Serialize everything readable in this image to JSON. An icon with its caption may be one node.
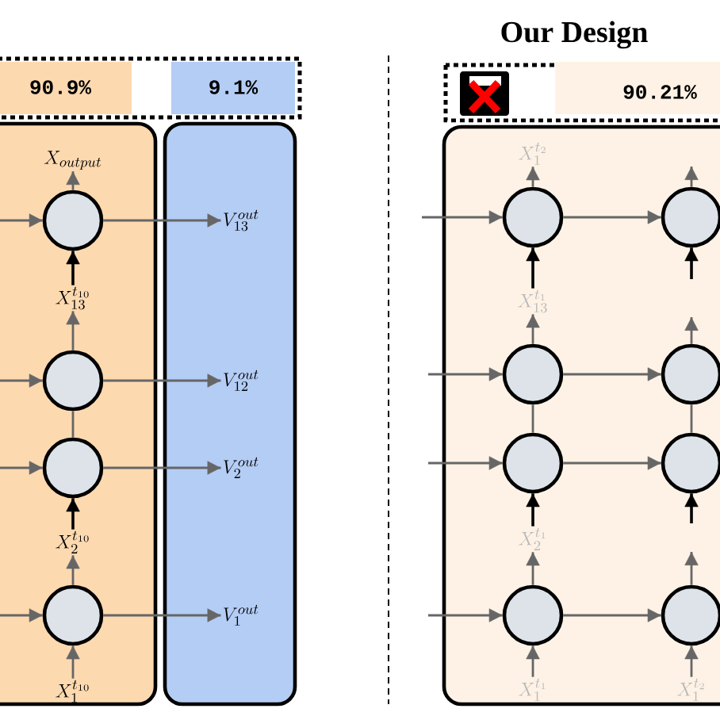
{
  "diagram": {
    "title": "Our Design",
    "nodes": [
      {
        "text": [
          "90.9%"
        ]
      },
      {
        "text": [
          "9.1%"
        ]
      },
      {
        "text": [],
        "shape": "box"
      },
      {
        "text": [],
        "shape": "box"
      },
      {
        "text": [
          "X_{output}"
        ],
        "in": 2
      },
      {
        "text": [],
        "shape": "circle",
        "in": 2
      },
      {
        "text": [
          "X_{13}^{t_{10}}"
        ],
        "in": 2
      },
      {
        "text": [],
        "shape": "circle",
        "in": 2
      },
      {
        "text": [],
        "shape": "circle",
        "in": 2
      },
      {
        "text": [
          "X_{2}^{t_{10}}"
        ],
        "in": 2
      },
      {
        "text": [],
        "shape": "circle",
        "in": 2
      },
      {
        "text": [
          "X_{1}^{t_{10}}"
        ],
        "in": 2
      },
      {
        "text": [
          "V_{13}^{out}"
        ],
        "in": 3
      },
      {
        "text": [
          "V_{12}^{out}"
        ],
        "in": 3
      },
      {
        "text": [
          "V_{2}^{out}"
        ],
        "in": 3
      },
      {
        "text": [
          "V_{1}^{out}"
        ],
        "in": 3
      },
      {
        "text": [
          "90.21%"
        ]
      },
      {
        "text": [],
        "shape": "box"
      },
      {
        "text": [
          "X_{1}^{t_{2}}"
        ],
        "in": 17
      },
      {
        "text": [],
        "shape": "circle",
        "in": 17
      },
      {
        "text": [
          "X_{13}^{t_{1}}"
        ],
        "in": 17
      },
      {
        "text": [],
        "shape": "circle",
        "in": 17
      },
      {
        "text": [],
        "shape": "circle",
        "in": 17
      },
      {
        "text": [
          "X_{2}^{t_{1}}"
        ],
        "in": 17
      },
      {
        "text": [],
        "shape": "circle",
        "in": 17
      },
      {
        "text": [
          "X_{1}^{t_{1}}"
        ],
        "in": 17
      },
      {
        "text": [],
        "shape": "circle",
        "in": 17
      },
      {
        "text": [],
        "shape": "circle",
        "in": 17
      },
      {
        "text": [],
        "shape": "circle",
        "in": 17
      },
      {
        "text": [],
        "shape": "circle",
        "in": 17
      },
      {
        "text": [
          "X_{1}^{t_{2}}"
        ],
        "in": 17
      }
    ],
    "edges": [
      {
        "from": null,
        "to": 5,
        "arrow": "to"
      },
      {
        "from": null,
        "to": 7,
        "arrow": "to"
      },
      {
        "from": null,
        "to": 8,
        "arrow": "to"
      },
      {
        "from": null,
        "to": 10,
        "arrow": "to"
      },
      {
        "from": 5,
        "to": 12,
        "arrow": "to"
      },
      {
        "from": 7,
        "to": 13,
        "arrow": "to"
      },
      {
        "from": 8,
        "to": 14,
        "arrow": "to"
      },
      {
        "from": 10,
        "to": 15,
        "arrow": "to"
      },
      {
        "from": 5,
        "to": 4,
        "arrow": "to"
      },
      {
        "from": 6,
        "to": 5,
        "arrow": "to",
        "color": "#000000"
      },
      {
        "from": 7,
        "to": 6,
        "arrow": "to"
      },
      {
        "from": 7,
        "to": 8,
        "arrow": "none"
      },
      {
        "from": 10,
        "to": 9,
        "arrow": "to"
      },
      {
        "from": 9,
        "to": 8,
        "arrow": "to",
        "color": "#000000"
      },
      {
        "from": 11,
        "to": 10,
        "arrow": "to"
      },
      {
        "from": null,
        "to": 19,
        "arrow": "to"
      },
      {
        "from": null,
        "to": 21,
        "arrow": "to"
      },
      {
        "from": null,
        "to": 22,
        "arrow": "to"
      },
      {
        "from": null,
        "to": 24,
        "arrow": "to"
      },
      {
        "from": 19,
        "to": 26,
        "arrow": "to"
      },
      {
        "from": 21,
        "to": 27,
        "arrow": "to"
      },
      {
        "from": 22,
        "to": 28,
        "arrow": "to"
      },
      {
        "from": 24,
        "to": 29,
        "arrow": "to"
      },
      {
        "from": 19,
        "to": 18,
        "arrow": "to"
      },
      {
        "from": 20,
        "to": 19,
        "arrow": "to",
        "color": "#000000"
      },
      {
        "from": 21,
        "to": 20,
        "arrow": "to"
      },
      {
        "from": 21,
        "to": 22,
        "arrow": "none"
      },
      {
        "from": 24,
        "to": 23,
        "arrow": "to"
      },
      {
        "from": 23,
        "to": 22,
        "arrow": "to",
        "color": "#000000"
      },
      {
        "from": 25,
        "to": 24,
        "arrow": "to"
      },
      {
        "from": null,
        "to": 26,
        "arrow": "to",
        "color": "#000000"
      },
      {
        "from": 26,
        "to": null,
        "arrow": "to"
      },
      {
        "from": 27,
        "to": null,
        "arrow": "to"
      },
      {
        "from": 27,
        "to": 28,
        "arrow": "none"
      },
      {
        "from": null,
        "to": 28,
        "arrow": "to",
        "color": "#000000"
      },
      {
        "from": 29,
        "to": null,
        "arrow": "to"
      },
      {
        "from": 30,
        "to": 29,
        "arrow": "to"
      }
    ]
  }
}
